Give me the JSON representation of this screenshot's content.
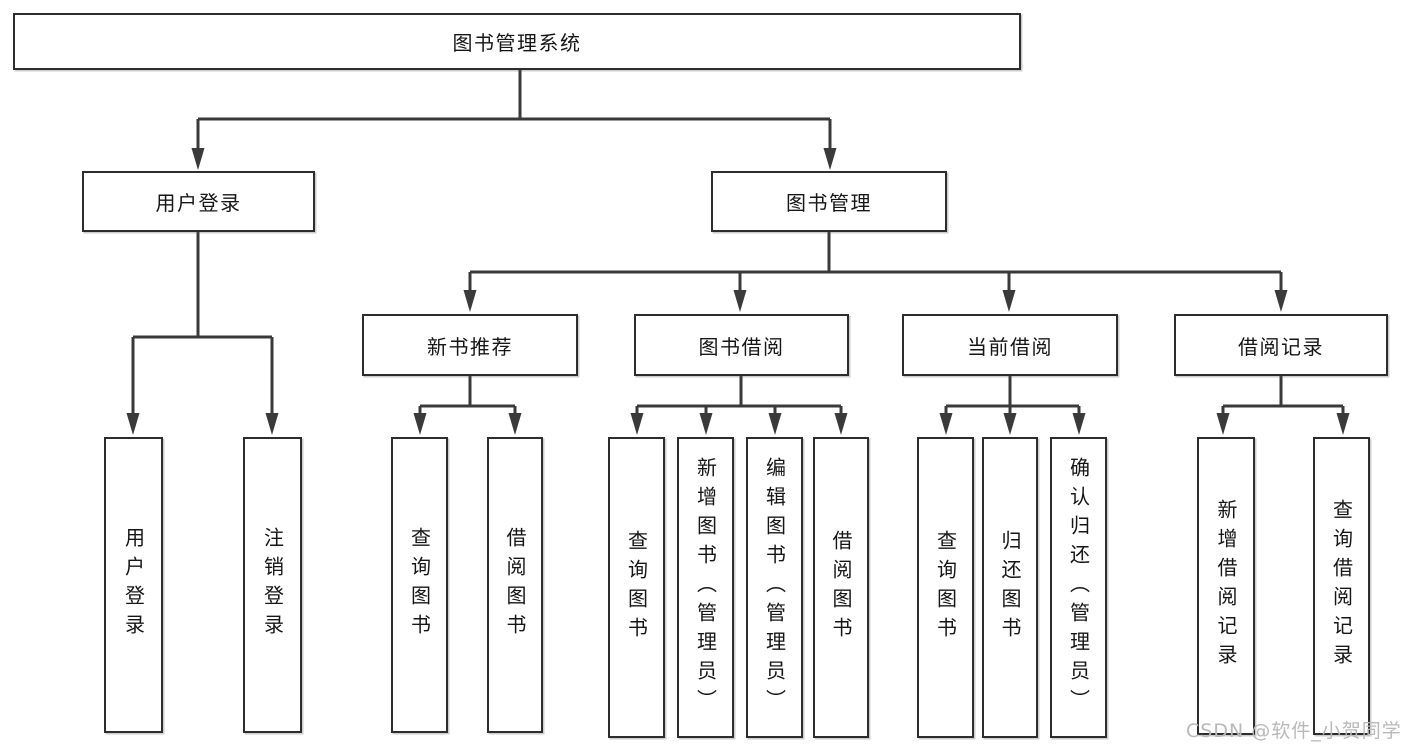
{
  "tree": {
    "root": {
      "label": "图书管理系统"
    },
    "user_login": {
      "label": "用户登录",
      "children": [
        {
          "label": "用户登录"
        },
        {
          "label": "注销登录"
        }
      ]
    },
    "book_mgmt": {
      "label": "图书管理",
      "children": [
        {
          "label": "新书推荐",
          "children": [
            {
              "label": "查询图书"
            },
            {
              "label": "借阅图书"
            }
          ]
        },
        {
          "label": "图书借阅",
          "children": [
            {
              "label": "查询图书"
            },
            {
              "label": "新增图书（管理员）"
            },
            {
              "label": "编辑图书（管理员）"
            },
            {
              "label": "借阅图书"
            }
          ]
        },
        {
          "label": "当前借阅",
          "children": [
            {
              "label": "查询图书"
            },
            {
              "label": "归还图书"
            },
            {
              "label": "确认归还（管理员）"
            }
          ]
        },
        {
          "label": "借阅记录",
          "children": [
            {
              "label": "新增借阅记录"
            },
            {
              "label": "查询借阅记录"
            }
          ]
        }
      ]
    }
  },
  "watermark": "CSDN @软件_小贺同学",
  "colors": {
    "line": "#3a3a3a",
    "border": "#2d2d2d",
    "text": "#161616",
    "watermark": "#b9b9b9",
    "background": "#ffffff"
  }
}
